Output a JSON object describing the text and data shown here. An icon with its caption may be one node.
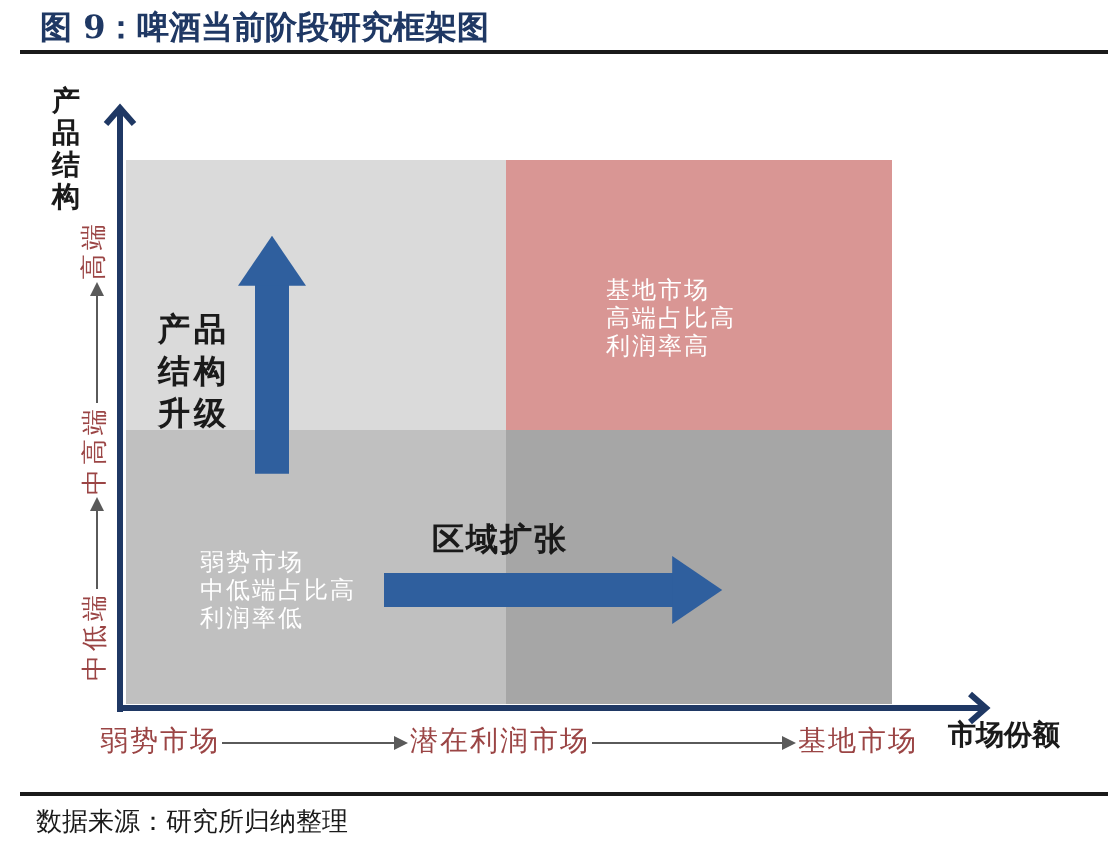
{
  "diagram": {
    "title": "图 9：啤酒当前阶段研究框架图",
    "nodes": [
      {
        "text": [],
        "shape": "box"
      },
      {
        "text": [
          "基地市场",
          "高端占比高",
          "利润率高"
        ]
      },
      {
        "text": [
          "弱势市场",
          "中低端占比高",
          "利润率低"
        ]
      },
      {
        "text": [],
        "shape": "box"
      },
      {
        "text": [
          "高端"
        ]
      },
      {
        "text": [
          "中高端"
        ]
      },
      {
        "text": [
          "中低端"
        ]
      },
      {
        "text": [
          "弱势市场"
        ]
      },
      {
        "text": [
          "潜在利润市场"
        ]
      },
      {
        "text": [
          "基地市场"
        ]
      }
    ],
    "edges": [
      {
        "from": 2,
        "to": 0,
        "arrow": "to",
        "label": "产品结构升级",
        "style": "thick",
        "color": "#2f5f9e"
      },
      {
        "from": 2,
        "to": 3,
        "arrow": "to",
        "label": "区域扩张",
        "style": "thick",
        "color": "#2f5f9e"
      },
      {
        "from": 6,
        "to": 5,
        "arrow": "to"
      },
      {
        "from": 5,
        "to": 4,
        "arrow": "to"
      },
      {
        "from": 7,
        "to": 8,
        "arrow": "to"
      },
      {
        "from": 8,
        "to": 9,
        "arrow": "to"
      }
    ],
    "labels": [
      "产品结构",
      "市场份额",
      "数据来源：研究所归纳整理"
    ]
  }
}
